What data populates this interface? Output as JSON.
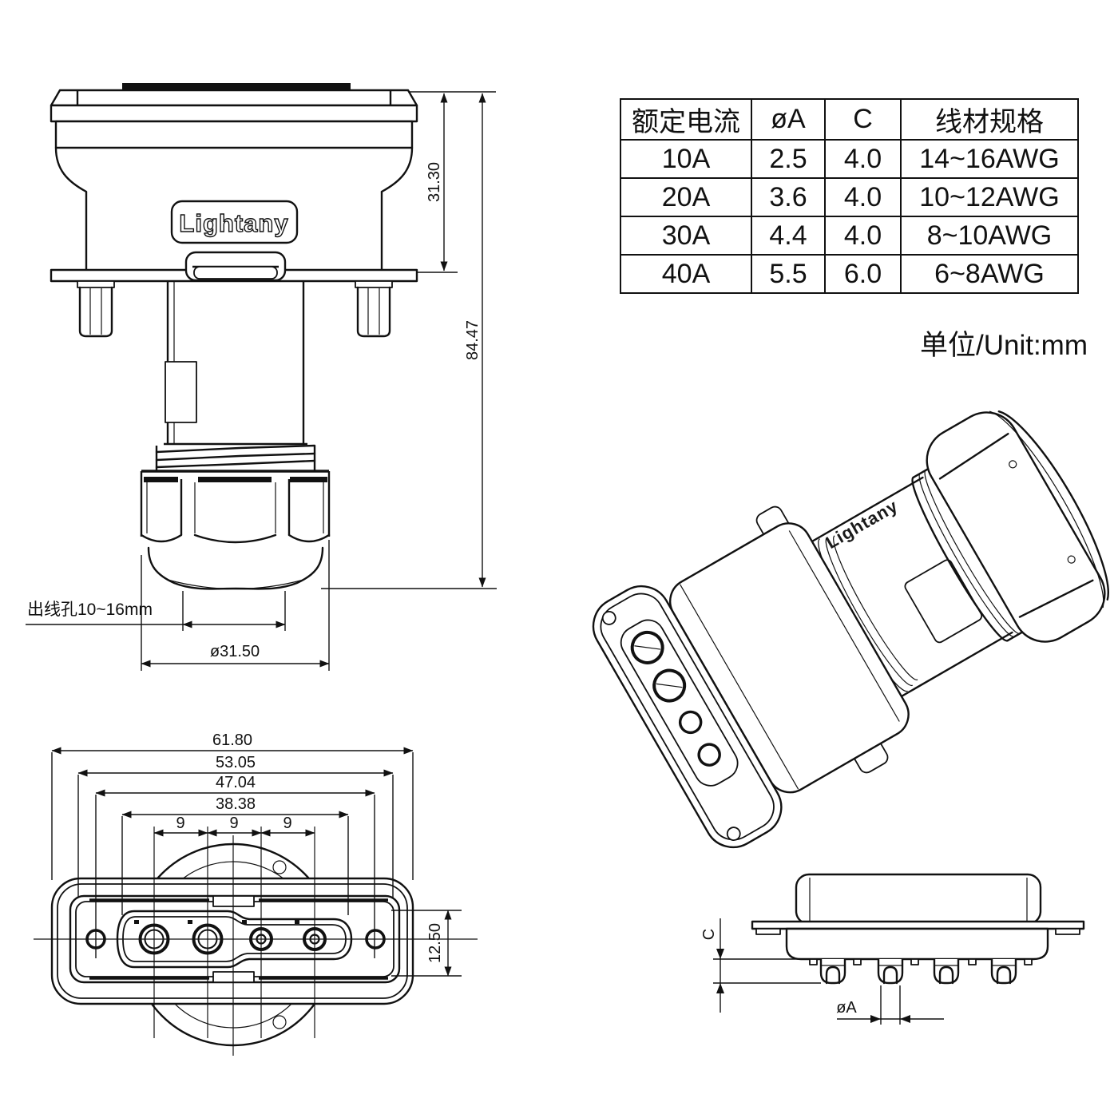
{
  "logo": "Lightany",
  "watermark": "Lightany",
  "engraving": "Lightany",
  "unit_note": "单位/Unit:mm",
  "spec_table": {
    "headers": [
      "额定电流",
      "øA",
      "C",
      "线材规格"
    ],
    "rows": [
      [
        "10A",
        "2.5",
        "4.0",
        "14~16AWG"
      ],
      [
        "20A",
        "3.6",
        "4.0",
        "10~12AWG"
      ],
      [
        "30A",
        "4.4",
        "4.0",
        "8~10AWG"
      ],
      [
        "40A",
        "5.5",
        "6.0",
        "6~8AWG"
      ]
    ]
  },
  "front_view": {
    "dim_body_height": "31.30",
    "dim_total_height": "84.47",
    "cable_hole_label": "出线孔10~16mm",
    "dim_gland_diameter": "ø31.50"
  },
  "face_view": {
    "dim_overall_width": "61.80",
    "dim_flange_width": "53.05",
    "dim_mount_hole_spacing": "47.04",
    "dim_insert_width": "38.38",
    "dim_contact_pitch": [
      "9",
      "9",
      "9"
    ],
    "dim_insert_height": "12.50"
  },
  "side_view": {
    "dim_tail_length": "C",
    "dim_pin_diameter": "øA"
  }
}
